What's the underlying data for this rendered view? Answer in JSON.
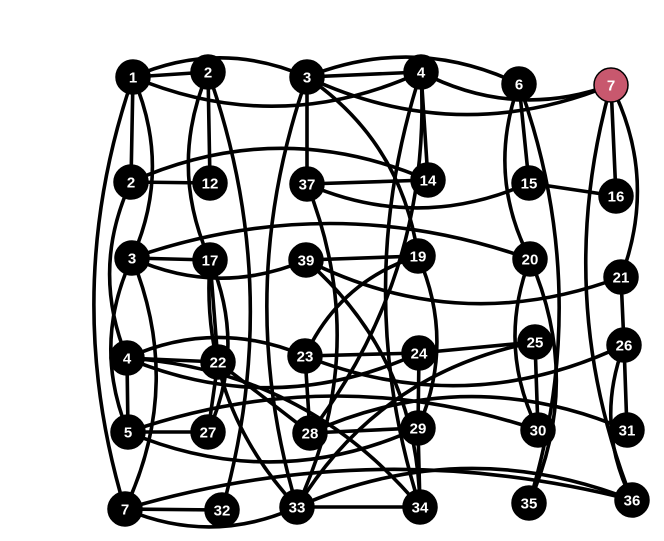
{
  "colors": {
    "background": "#ffffff",
    "node_fill": "#000000",
    "node_label": "#ffffff",
    "edge": "#000000",
    "highlight_fill": "#c8586e",
    "highlight_stroke": "#e0a830"
  },
  "nodes": [
    {
      "id": "a",
      "label": "1"
    },
    {
      "id": "b",
      "label": "2"
    },
    {
      "id": "c",
      "label": "3"
    },
    {
      "id": "d",
      "label": "4"
    },
    {
      "id": "e",
      "label": "6"
    },
    {
      "id": "f",
      "label": "7",
      "highlight": true
    },
    {
      "id": "g",
      "label": "2"
    },
    {
      "id": "h",
      "label": "12"
    },
    {
      "id": "i",
      "label": "37"
    },
    {
      "id": "j",
      "label": "14"
    },
    {
      "id": "k",
      "label": "15"
    },
    {
      "id": "l",
      "label": "16"
    },
    {
      "id": "m",
      "label": "3"
    },
    {
      "id": "n",
      "label": "17"
    },
    {
      "id": "o",
      "label": "39"
    },
    {
      "id": "p",
      "label": "19"
    },
    {
      "id": "q",
      "label": "20"
    },
    {
      "id": "r",
      "label": "21"
    },
    {
      "id": "s",
      "label": "4"
    },
    {
      "id": "t",
      "label": "22"
    },
    {
      "id": "u",
      "label": "23"
    },
    {
      "id": "v",
      "label": "24"
    },
    {
      "id": "w",
      "label": "25"
    },
    {
      "id": "x",
      "label": "26"
    },
    {
      "id": "y",
      "label": "5"
    },
    {
      "id": "z",
      "label": "27"
    },
    {
      "id": "aa",
      "label": "28"
    },
    {
      "id": "ab",
      "label": "29"
    },
    {
      "id": "ac",
      "label": "30"
    },
    {
      "id": "ad",
      "label": "31"
    },
    {
      "id": "ae",
      "label": "7"
    },
    {
      "id": "af",
      "label": "32"
    },
    {
      "id": "ag",
      "label": "33"
    },
    {
      "id": "ah",
      "label": "34"
    },
    {
      "id": "ai",
      "label": "35"
    },
    {
      "id": "aj",
      "label": "36"
    }
  ],
  "edges": [
    [
      "a",
      "b"
    ],
    [
      "a",
      "g"
    ],
    [
      "a",
      "c"
    ],
    [
      "a",
      "d"
    ],
    [
      "a",
      "m"
    ],
    [
      "a",
      "ae"
    ],
    [
      "b",
      "h"
    ],
    [
      "b",
      "n"
    ],
    [
      "b",
      "af"
    ],
    [
      "c",
      "d"
    ],
    [
      "c",
      "e"
    ],
    [
      "c",
      "f"
    ],
    [
      "c",
      "i"
    ],
    [
      "c",
      "ag"
    ],
    [
      "c",
      "p"
    ],
    [
      "d",
      "f"
    ],
    [
      "d",
      "j"
    ],
    [
      "d",
      "ah"
    ],
    [
      "d",
      "aa"
    ],
    [
      "e",
      "k"
    ],
    [
      "e",
      "ai"
    ],
    [
      "e",
      "q"
    ],
    [
      "f",
      "l"
    ],
    [
      "f",
      "aj"
    ],
    [
      "f",
      "r"
    ],
    [
      "g",
      "h"
    ],
    [
      "g",
      "j"
    ],
    [
      "g",
      "s"
    ],
    [
      "i",
      "j"
    ],
    [
      "i",
      "k"
    ],
    [
      "i",
      "ag"
    ],
    [
      "k",
      "l"
    ],
    [
      "m",
      "n"
    ],
    [
      "m",
      "o"
    ],
    [
      "m",
      "q"
    ],
    [
      "m",
      "y"
    ],
    [
      "m",
      "ae"
    ],
    [
      "n",
      "t"
    ],
    [
      "n",
      "z"
    ],
    [
      "n",
      "ag"
    ],
    [
      "o",
      "p"
    ],
    [
      "o",
      "r"
    ],
    [
      "o",
      "ah"
    ],
    [
      "p",
      "u"
    ],
    [
      "p",
      "ab"
    ],
    [
      "q",
      "ac"
    ],
    [
      "q",
      "ai"
    ],
    [
      "r",
      "x"
    ],
    [
      "s",
      "u"
    ],
    [
      "s",
      "v"
    ],
    [
      "s",
      "y"
    ],
    [
      "s",
      "t"
    ],
    [
      "s",
      "ah"
    ],
    [
      "t",
      "z"
    ],
    [
      "t",
      "aa"
    ],
    [
      "u",
      "v"
    ],
    [
      "u",
      "aa"
    ],
    [
      "u",
      "x"
    ],
    [
      "v",
      "w"
    ],
    [
      "v",
      "ab"
    ],
    [
      "w",
      "ac"
    ],
    [
      "w",
      "ag"
    ],
    [
      "x",
      "ad"
    ],
    [
      "x",
      "aj"
    ],
    [
      "y",
      "z"
    ],
    [
      "y",
      "ab"
    ],
    [
      "y",
      "ac"
    ],
    [
      "aa",
      "ab"
    ],
    [
      "aa",
      "ad"
    ],
    [
      "ab",
      "ah"
    ],
    [
      "ae",
      "af"
    ],
    [
      "ae",
      "ag"
    ],
    [
      "ae",
      "aj"
    ],
    [
      "ag",
      "ah"
    ],
    [
      "ag",
      "aj"
    ]
  ]
}
